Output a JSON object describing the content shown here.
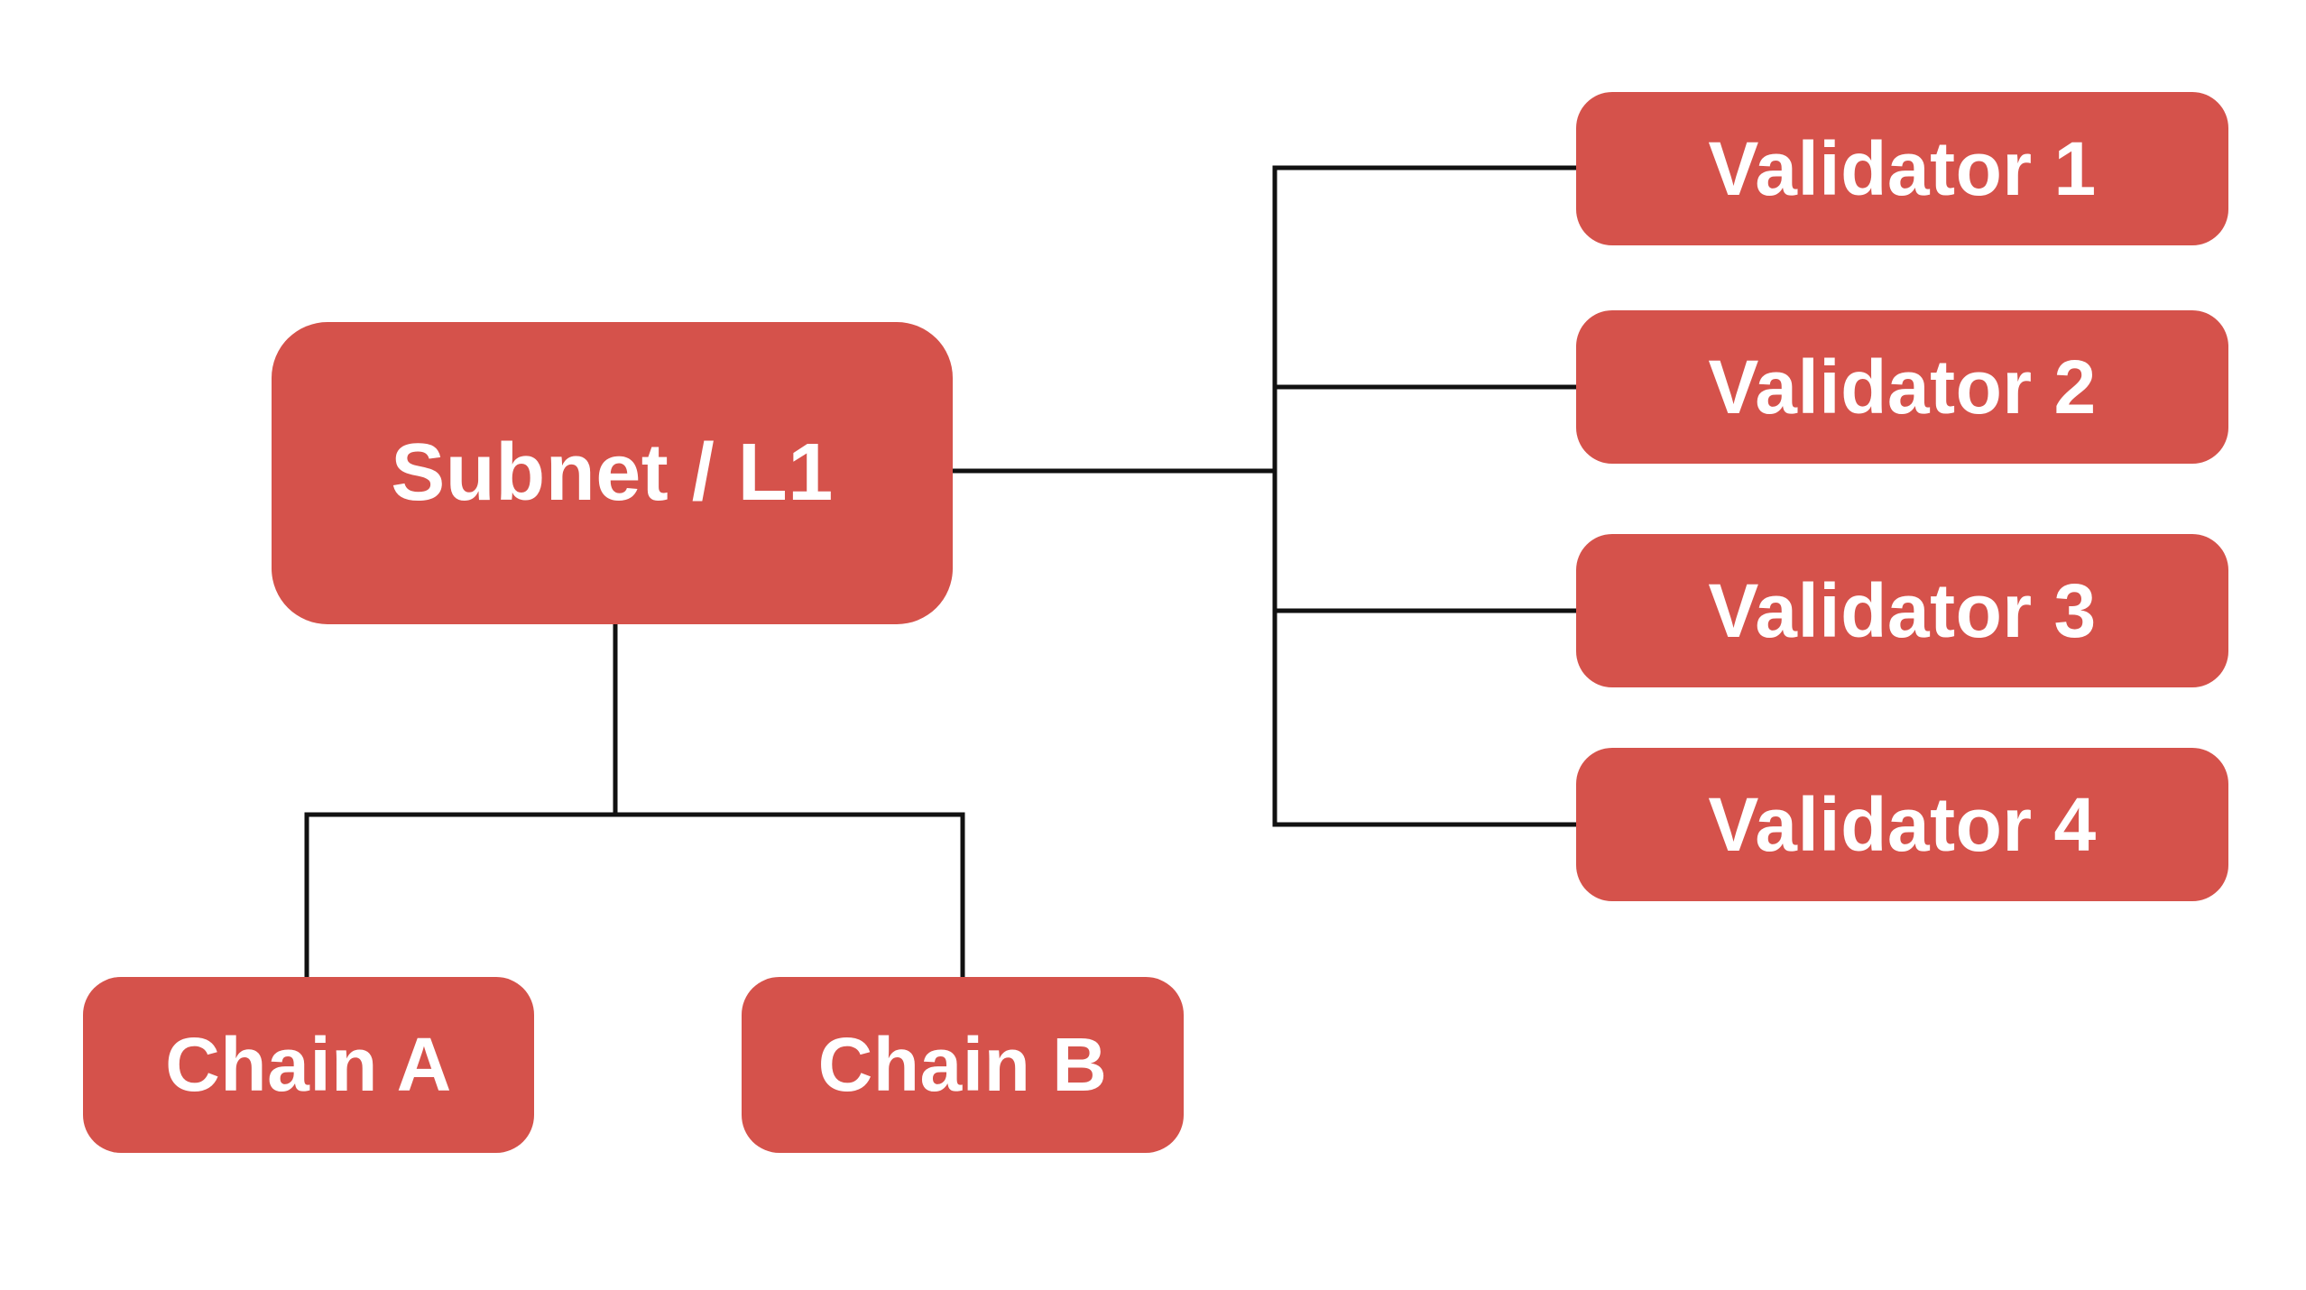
{
  "diagram": {
    "colors": {
      "node_fill": "#d5524b",
      "node_text": "#ffffff",
      "connector": "#111111",
      "background": "#ffffff"
    },
    "nodes": {
      "subnet": {
        "label": "Subnet / L1"
      },
      "chain_a": {
        "label": "Chain A"
      },
      "chain_b": {
        "label": "Chain B"
      },
      "validators": [
        {
          "label": "Validator 1"
        },
        {
          "label": "Validator 2"
        },
        {
          "label": "Validator 3"
        },
        {
          "label": "Validator 4"
        }
      ]
    },
    "edges": [
      {
        "from": "subnet",
        "to": "chain_a"
      },
      {
        "from": "subnet",
        "to": "chain_b"
      },
      {
        "from": "subnet",
        "to": "validator_1"
      },
      {
        "from": "subnet",
        "to": "validator_2"
      },
      {
        "from": "subnet",
        "to": "validator_3"
      },
      {
        "from": "subnet",
        "to": "validator_4"
      }
    ]
  }
}
